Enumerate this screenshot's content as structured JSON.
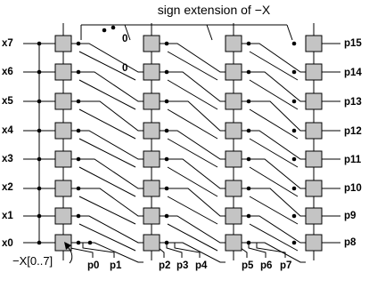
{
  "title": "sign extension of −X",
  "left_labels": [
    "x7",
    "x6",
    "x5",
    "x4",
    "x3",
    "x2",
    "x1",
    "x0"
  ],
  "right_labels": [
    "p15",
    "p14",
    "p13",
    "p12",
    "p11",
    "p10",
    "p9",
    "p8"
  ],
  "bottom_labels": [
    "p0",
    "p1",
    "p2",
    "p3",
    "p4",
    "p5",
    "p6",
    "p7"
  ],
  "zero_label": "0",
  "neg_x_label": "−X[0..7]",
  "cell_fill": "#c4c4c4"
}
